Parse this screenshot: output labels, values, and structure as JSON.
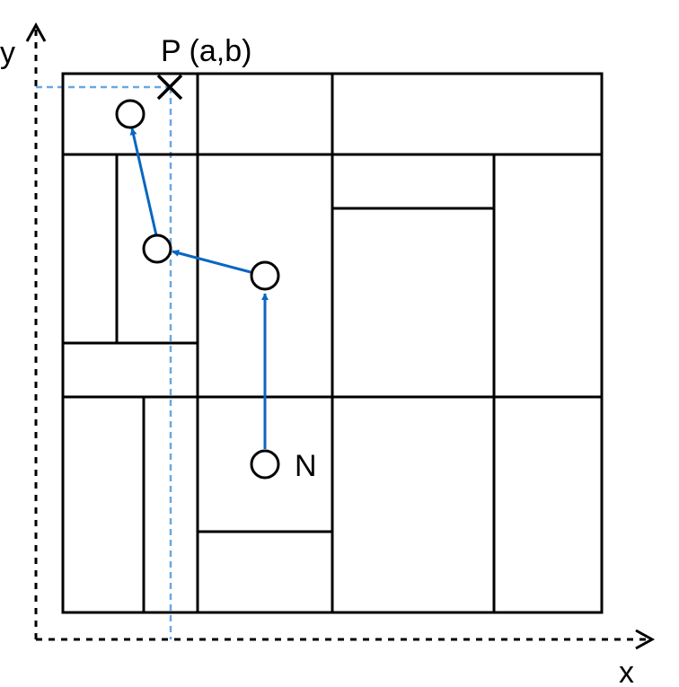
{
  "labels": {
    "axis_y": "y",
    "axis_x": "x",
    "point_p": "P (a,b)",
    "node_n": "N"
  },
  "colors": {
    "grid_stroke": "#000000",
    "path_arrow": "#0a66c2",
    "guide_line": "#6aa8e0",
    "axis": "#000000",
    "node_fill": "#ffffff"
  },
  "icons": {
    "target": "cross-mark-icon",
    "axis_arrows": "open-arrowhead-icon"
  }
}
